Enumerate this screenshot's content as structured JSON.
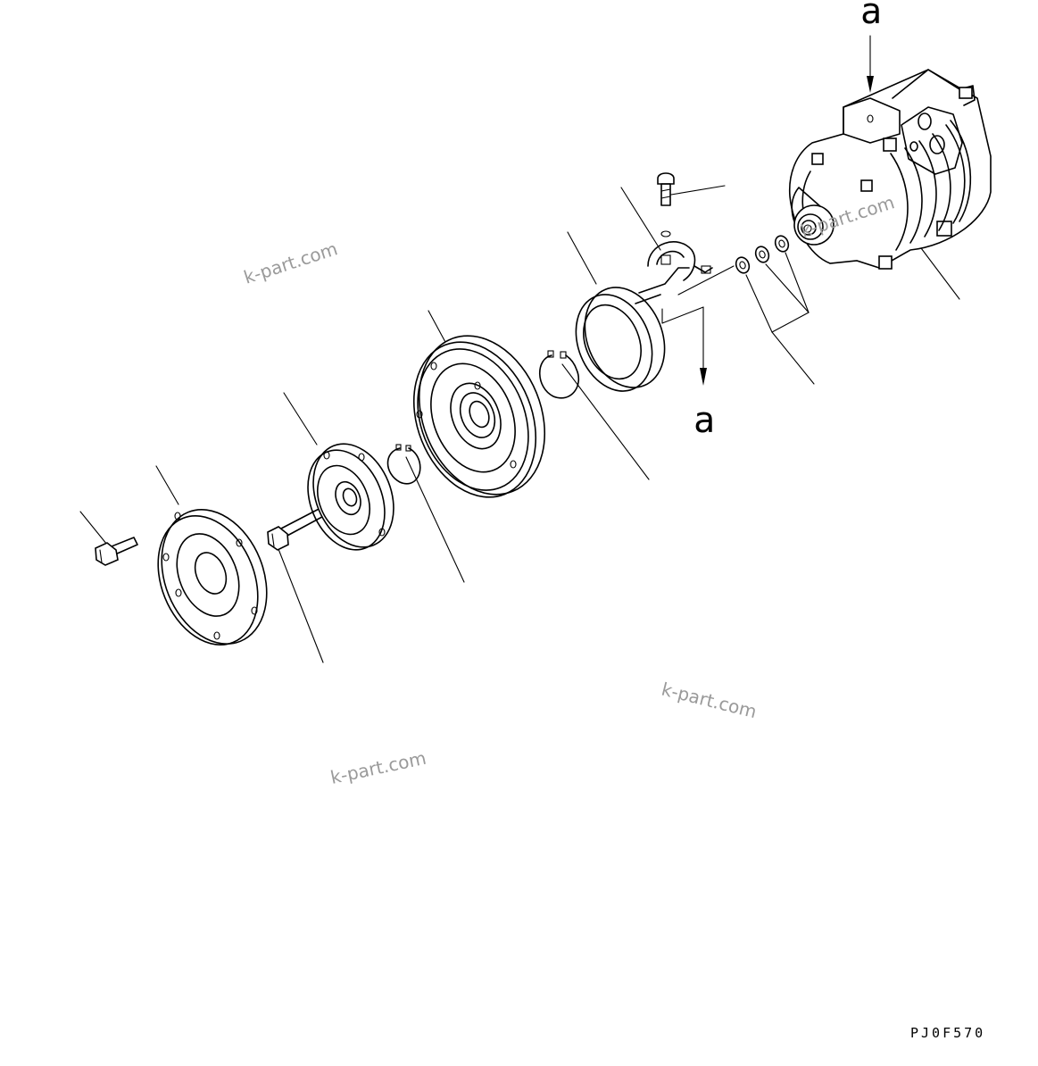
{
  "callouts": {
    "top": "a",
    "bottom": "a"
  },
  "watermarks": [
    "k-part.com",
    "k-part.com",
    "k-part.com",
    "k-part.com"
  ],
  "drawing_code": "PJ0F570"
}
